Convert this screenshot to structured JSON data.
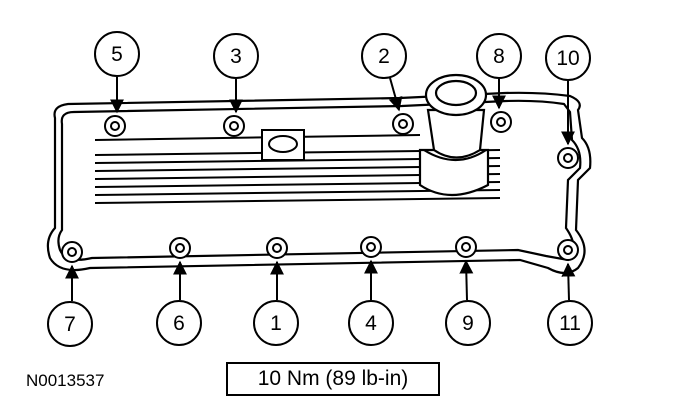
{
  "figure": {
    "id": "N0013537",
    "torque_spec": "10 Nm (89 lb-in)"
  },
  "callouts": [
    {
      "label": "5"
    },
    {
      "label": "3"
    },
    {
      "label": "2"
    },
    {
      "label": "8"
    },
    {
      "label": "10"
    },
    {
      "label": "7"
    },
    {
      "label": "6"
    },
    {
      "label": "1"
    },
    {
      "label": "4"
    },
    {
      "label": "9"
    },
    {
      "label": "11"
    }
  ],
  "colors": {
    "line": "#000000",
    "background": "#ffffff"
  }
}
